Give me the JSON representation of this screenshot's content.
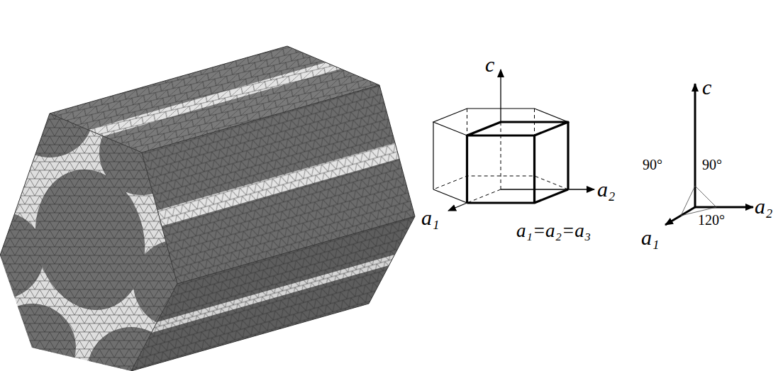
{
  "diagram": {
    "labels": [
      "c",
      "a₂",
      "a₁",
      "a₁=a₂=a₃",
      "c",
      "90°",
      "90°",
      "a₂",
      "120°",
      "a₁"
    ]
  }
}
